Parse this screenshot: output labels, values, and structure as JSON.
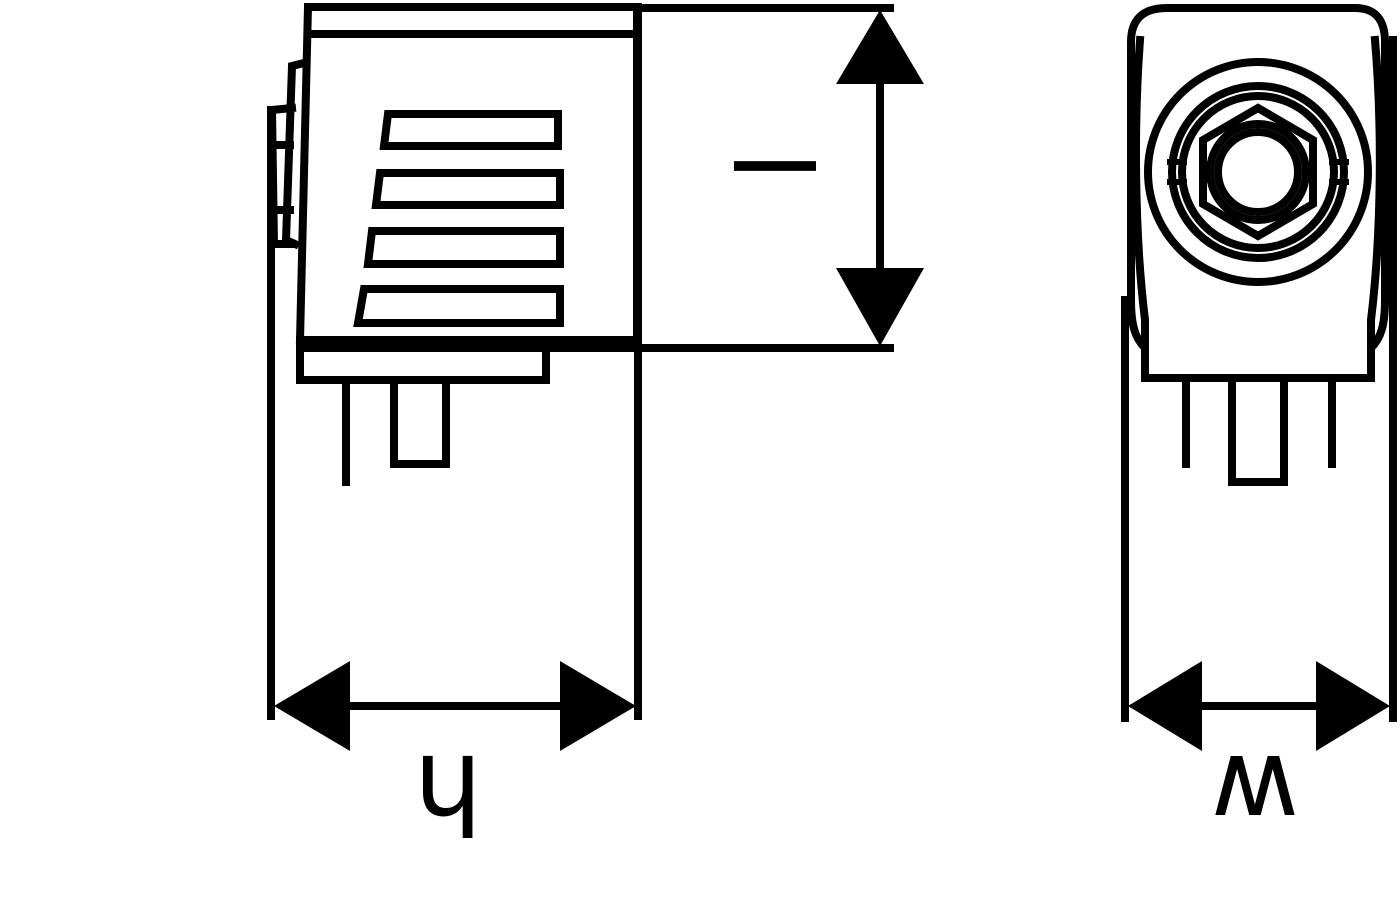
{
  "drawing": {
    "side_view": {
      "dimension_label": "l"
    },
    "width_dim": {
      "label": "h"
    },
    "front_view": {
      "dimension_label": "w"
    }
  },
  "colors": {
    "line": "#000000",
    "background": "#ffffff"
  }
}
